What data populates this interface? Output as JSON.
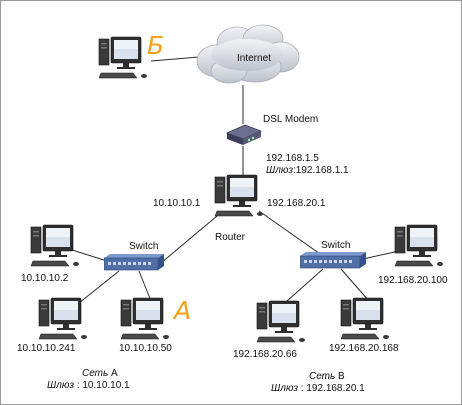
{
  "colors": {
    "marker": "#f4a21a",
    "cloud": "#cfd3da",
    "switch": "#4f6fa6",
    "line": "#2b2b2b"
  },
  "cloud": {
    "label": "Internet"
  },
  "modem": {
    "label": "DSL Modem"
  },
  "router": {
    "label": "Router",
    "wan_ip": "192.168.1.5",
    "gateway_label": "Шлюз",
    "gateway_ip": ":192.168.1.1",
    "lan_a_ip": "10.10.10.1",
    "lan_b_ip": "192.168.20.1"
  },
  "remote_pc": {
    "marker": "Б"
  },
  "network_a": {
    "switch_label": "Switch",
    "hosts": [
      "10.10.10.2",
      "10.10.10.241",
      "10.10.10.50"
    ],
    "marker": "A",
    "caption_word": "Сеть",
    "caption_letter": " A",
    "gateway_label": "Шлюз",
    "gateway_value": " : 10.10.10.1"
  },
  "network_b": {
    "switch_label": "Switch",
    "hosts": [
      "192.168.20.100",
      "192.168.20.66",
      "192.168.20.168"
    ],
    "caption_word": "Сеть",
    "caption_letter": " B",
    "gateway_label": "Шлюз",
    "gateway_value": " : 192.168.20.1"
  }
}
